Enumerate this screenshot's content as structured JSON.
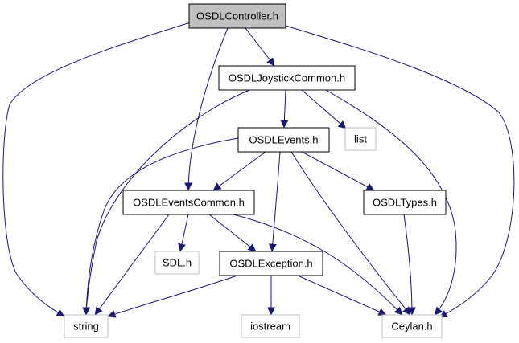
{
  "colors": {
    "edge": "#191970",
    "root_fill": "#bfbfbf",
    "node_fill": "#ffffff",
    "node_border": "#000000",
    "external_border": "#bfbfbf",
    "label": "#000000"
  },
  "nodes": [
    {
      "id": "osdlcontroller",
      "label": "OSDLController.h",
      "kind": "root"
    },
    {
      "id": "osdljoystickcommon",
      "label": "OSDLJoystickCommon.h",
      "kind": "file"
    },
    {
      "id": "osdlevents",
      "label": "OSDLEvents.h",
      "kind": "file"
    },
    {
      "id": "list",
      "label": "list",
      "kind": "external"
    },
    {
      "id": "osdleventscommon",
      "label": "OSDLEventsCommon.h",
      "kind": "file"
    },
    {
      "id": "osdltypes",
      "label": "OSDLTypes.h",
      "kind": "file"
    },
    {
      "id": "sdl",
      "label": "SDL.h",
      "kind": "external"
    },
    {
      "id": "osdlexception",
      "label": "OSDLException.h",
      "kind": "file"
    },
    {
      "id": "string",
      "label": "string",
      "kind": "external"
    },
    {
      "id": "iostream",
      "label": "iostream",
      "kind": "external"
    },
    {
      "id": "ceylan",
      "label": "Ceylan.h",
      "kind": "external"
    }
  ],
  "edges": [
    {
      "from": "osdlcontroller",
      "to": "osdljoystickcommon"
    },
    {
      "from": "osdlcontroller",
      "to": "osdleventscommon"
    },
    {
      "from": "osdlcontroller",
      "to": "string"
    },
    {
      "from": "osdlcontroller",
      "to": "ceylan"
    },
    {
      "from": "osdljoystickcommon",
      "to": "osdlevents"
    },
    {
      "from": "osdljoystickcommon",
      "to": "list"
    },
    {
      "from": "osdljoystickcommon",
      "to": "string"
    },
    {
      "from": "osdljoystickcommon",
      "to": "ceylan"
    },
    {
      "from": "osdlevents",
      "to": "osdleventscommon"
    },
    {
      "from": "osdlevents",
      "to": "osdltypes"
    },
    {
      "from": "osdlevents",
      "to": "osdlexception"
    },
    {
      "from": "osdlevents",
      "to": "string"
    },
    {
      "from": "osdlevents",
      "to": "ceylan"
    },
    {
      "from": "osdleventscommon",
      "to": "sdl"
    },
    {
      "from": "osdleventscommon",
      "to": "osdlexception"
    },
    {
      "from": "osdleventscommon",
      "to": "string"
    },
    {
      "from": "osdleventscommon",
      "to": "ceylan"
    },
    {
      "from": "osdltypes",
      "to": "ceylan"
    },
    {
      "from": "osdlexception",
      "to": "string"
    },
    {
      "from": "osdlexception",
      "to": "iostream"
    },
    {
      "from": "osdlexception",
      "to": "ceylan"
    }
  ]
}
